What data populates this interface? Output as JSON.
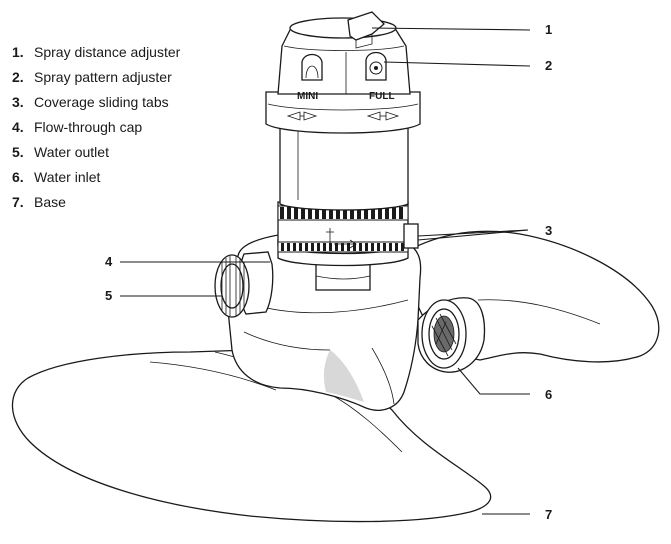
{
  "legend": [
    {
      "num": "1.",
      "label": "Spray distance adjuster"
    },
    {
      "num": "2.",
      "label": "Spray pattern adjuster"
    },
    {
      "num": "3.",
      "label": "Coverage sliding tabs"
    },
    {
      "num": "4.",
      "label": "Flow-through cap"
    },
    {
      "num": "5.",
      "label": "Water outlet"
    },
    {
      "num": "6.",
      "label": "Water inlet"
    },
    {
      "num": "7.",
      "label": "Base"
    }
  ],
  "callouts": [
    "1",
    "2",
    "3",
    "4",
    "5",
    "6",
    "7"
  ],
  "dial_labels": {
    "mini": "MINI",
    "full": "FULL"
  }
}
